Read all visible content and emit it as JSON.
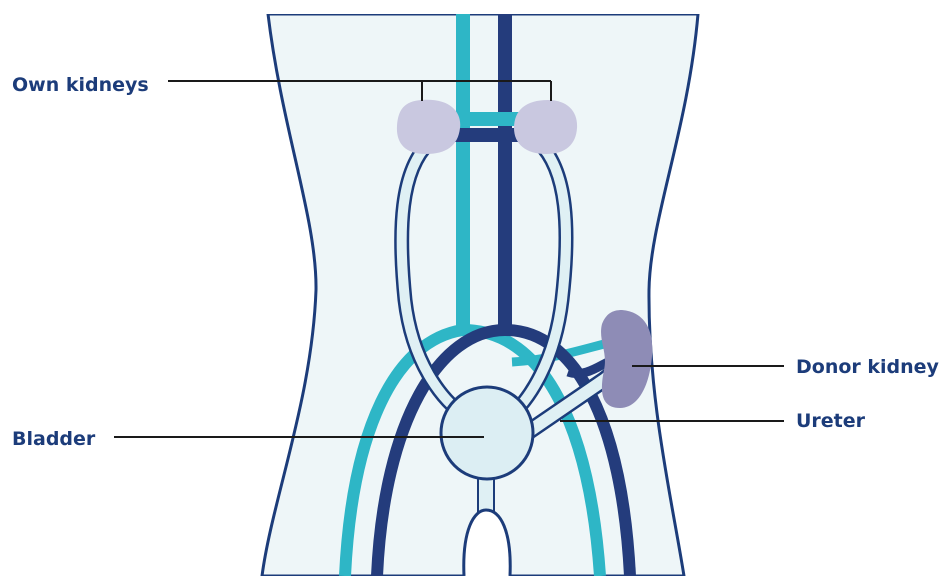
{
  "labels": {
    "own_kidneys": "Own kidneys",
    "donor_kidney": "Donor kidney",
    "ureter": "Ureter",
    "bladder": "Bladder"
  },
  "colors": {
    "label_text": "#1c3c7a",
    "leader_line": "#1a1a1a",
    "body_fill": "#eef6f8",
    "body_outline": "#1c3c7a",
    "artery": "#2eb6c6",
    "vein": "#243c7c",
    "own_kidney": "#c9c8e0",
    "donor_kidney": "#8e8cb6",
    "ureter_fill": "#dff0f4",
    "ureter_outline": "#1c3c7a",
    "bladder_fill": "#dceef3"
  }
}
